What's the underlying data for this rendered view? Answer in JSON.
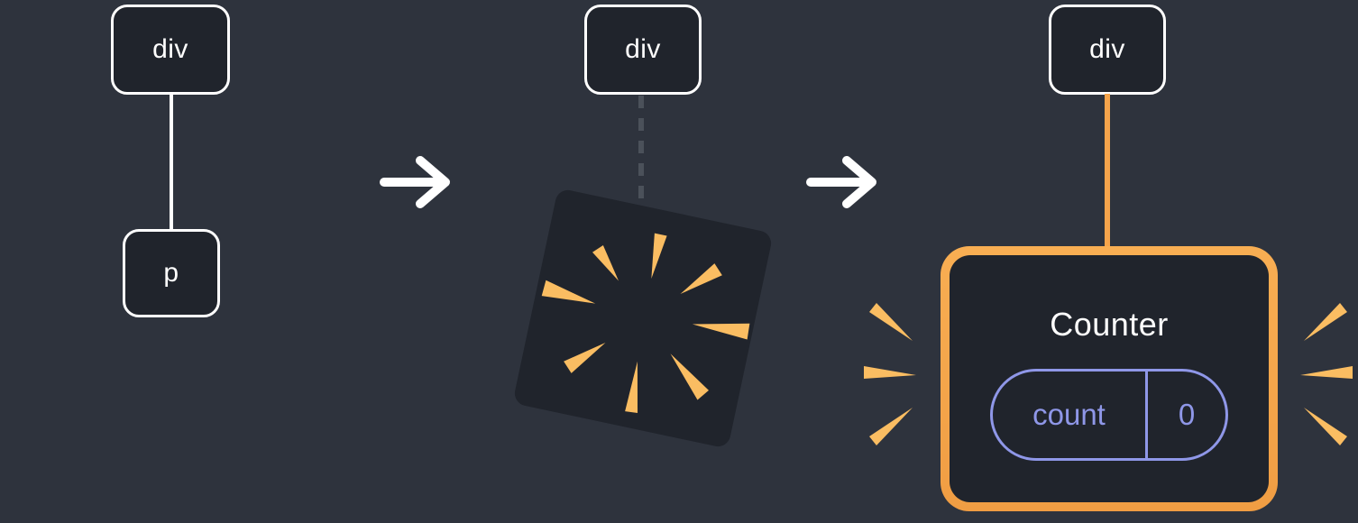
{
  "diagram": {
    "stage_before": {
      "parent_tag": "div",
      "child_tag": "p"
    },
    "stage_poof": {
      "parent_tag": "div"
    },
    "stage_after": {
      "parent_tag": "div",
      "component": {
        "title": "Counter",
        "state": {
          "key": "count",
          "value": "0"
        }
      }
    }
  },
  "icons": {
    "arrow_glyph": "→",
    "poof": "explosion-burst",
    "sparks": "sparkle-burst"
  },
  "colors": {
    "background": "#2e333d",
    "node_fill": "#20242c",
    "stroke_white": "#ffffff",
    "accent_orange": "#f5a44b",
    "spark_orange": "#fabd62",
    "state_lavender": "#8f97e8",
    "dashed_gray": "#4b515a"
  }
}
